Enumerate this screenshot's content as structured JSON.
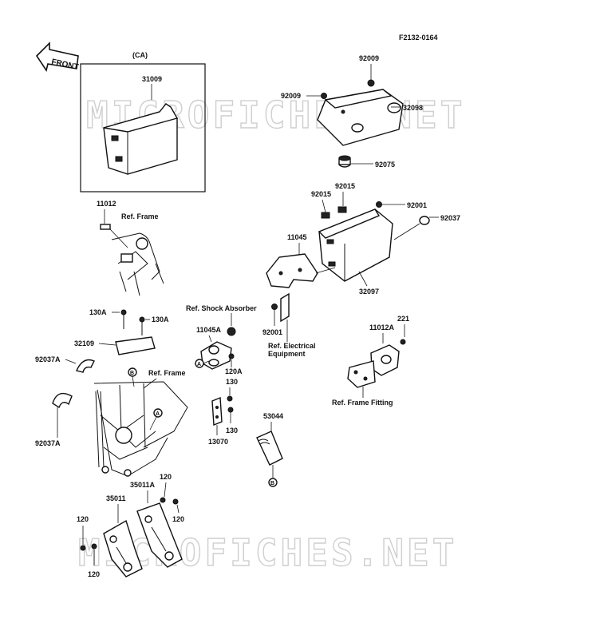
{
  "figure_code": "F2132-0164",
  "watermark": "MICROFICHES.NET",
  "front_arrow": "FRONT",
  "callouts": {
    "ca_box": "(CA)",
    "p31009": "31009",
    "p92009_top": "92009",
    "p92009_left": "92009",
    "p32098": "32098",
    "p92075": "92075",
    "p92015_a": "92015",
    "p92015_b": "92015",
    "p92001_top": "92001",
    "p92037": "92037",
    "p11045": "11045",
    "p32097": "32097",
    "p11012": "11012",
    "p130A_left": "130A",
    "p130A_right": "130A",
    "p32109": "32109",
    "p92037A_top": "92037A",
    "p92037A_bottom": "92037A",
    "p11045A": "11045A",
    "p120A": "120A",
    "p130_top": "130",
    "p130_bottom": "130",
    "p13070": "13070",
    "p92001_mid": "92001",
    "p221": "221",
    "p11012A": "11012A",
    "p53044": "53044",
    "p35011A": "35011A",
    "p35011": "35011",
    "p120_a": "120",
    "p120_b": "120",
    "p120_c": "120",
    "p120_d": "120"
  },
  "references": {
    "ref_frame_top": "Ref. Frame",
    "ref_shock_absorber": "Ref. Shock Absorber",
    "ref_frame_mid": "Ref. Frame",
    "ref_electrical_1": "Ref. Electrical",
    "ref_electrical_2": "Equipment",
    "ref_frame_fitting": "Ref. Frame Fitting"
  },
  "markers": {
    "A1": "A",
    "A2": "A",
    "B1": "B",
    "B2": "B"
  }
}
